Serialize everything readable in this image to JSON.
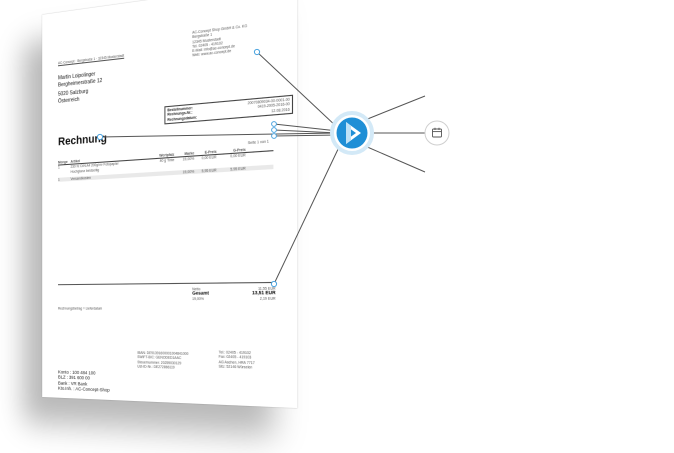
{
  "invoice": {
    "sender_line": "AC-Concept · Bergstraße 1 · 12345 Musterstadt",
    "company_lines": [
      "AC-Concept Shop GmbH & Co. KG",
      "Bergstraße 1",
      "12345 Musterstadt",
      "Tel. 02405 - 419102",
      "E-Mail: info@ac-concept.de",
      "Web: www.ac-concept.de"
    ],
    "recipient": {
      "name": "Martin Loipolinger",
      "street": "Bergheimerstraße 12",
      "city": "5020 Salzburg",
      "country": "Österreich"
    },
    "info": [
      {
        "label": "Bestellnummer:",
        "value": "20070809034-00-0001-00"
      },
      {
        "label": "Rechnungs-Nr.:",
        "value": "0419-2005-2016-00"
      },
      {
        "label": "Rechnungsdatum:",
        "value": "12.08.2016"
      }
    ],
    "title": "Rechnung",
    "page_label": "Seite 1 von 1",
    "table": {
      "headers": [
        "Menge",
        "Artikel",
        "Wertpfalz",
        "Marke",
        "E-Preis",
        "G-Preis"
      ],
      "rows": [
        {
          "qty": "1",
          "article": "230 N: DIN A4 200g/m² Fotopapier",
          "line2": "Hochglanz beidseitig",
          "tax": "40 g Tinte",
          "brand": "19,00%",
          "unit": "0,00 EUR",
          "total": "0,00 EUR",
          "shaded": false
        },
        {
          "qty": "",
          "article": "",
          "line2": "",
          "tax": "",
          "brand": "",
          "unit": "",
          "total": "",
          "shaded": false
        },
        {
          "qty": "1",
          "article": "Versandkosten",
          "line2": "",
          "tax": "",
          "brand": "19,00%",
          "unit": "5,95 EUR",
          "total": "5,95 EUR",
          "shaded": true
        }
      ]
    },
    "totals": [
      {
        "label": "Netto",
        "value": "11,55 EUR",
        "grand": false
      },
      {
        "label": "Gesamt",
        "value": "13,51 EUR",
        "grand": true
      },
      {
        "label": "19,00%",
        "value": "2,19 EUR",
        "grand": false
      }
    ],
    "payment_note": "Rechnungsbetrag = Lieferdatum",
    "bank": [
      "Konto : 100 484 100",
      "BLZ : 391 600 00",
      "Bank : VR Bank",
      "Kto.Inh. : AC-Concept-Shop"
    ],
    "tax_lines": [
      "IBAN: DE91391600001004841000",
      "SWIFT-BIC: GENODED1AAC",
      "Steuernummer: 20259030129",
      "Ust-ID-Nr.: DE272866119"
    ],
    "contact_lines": [
      "Tel.: 02405 - 419102",
      "Fax: 02405 - 419103",
      "AG Aachen, HRA 7717",
      "Sitz: 52146 Würselen"
    ]
  },
  "colors": {
    "hub_blue": "#1f8fd6",
    "hub_ring": "#d3e9f7",
    "line": "#555555"
  },
  "icons": {
    "hub": "play-logo-icon",
    "calendar": "calendar-icon"
  }
}
